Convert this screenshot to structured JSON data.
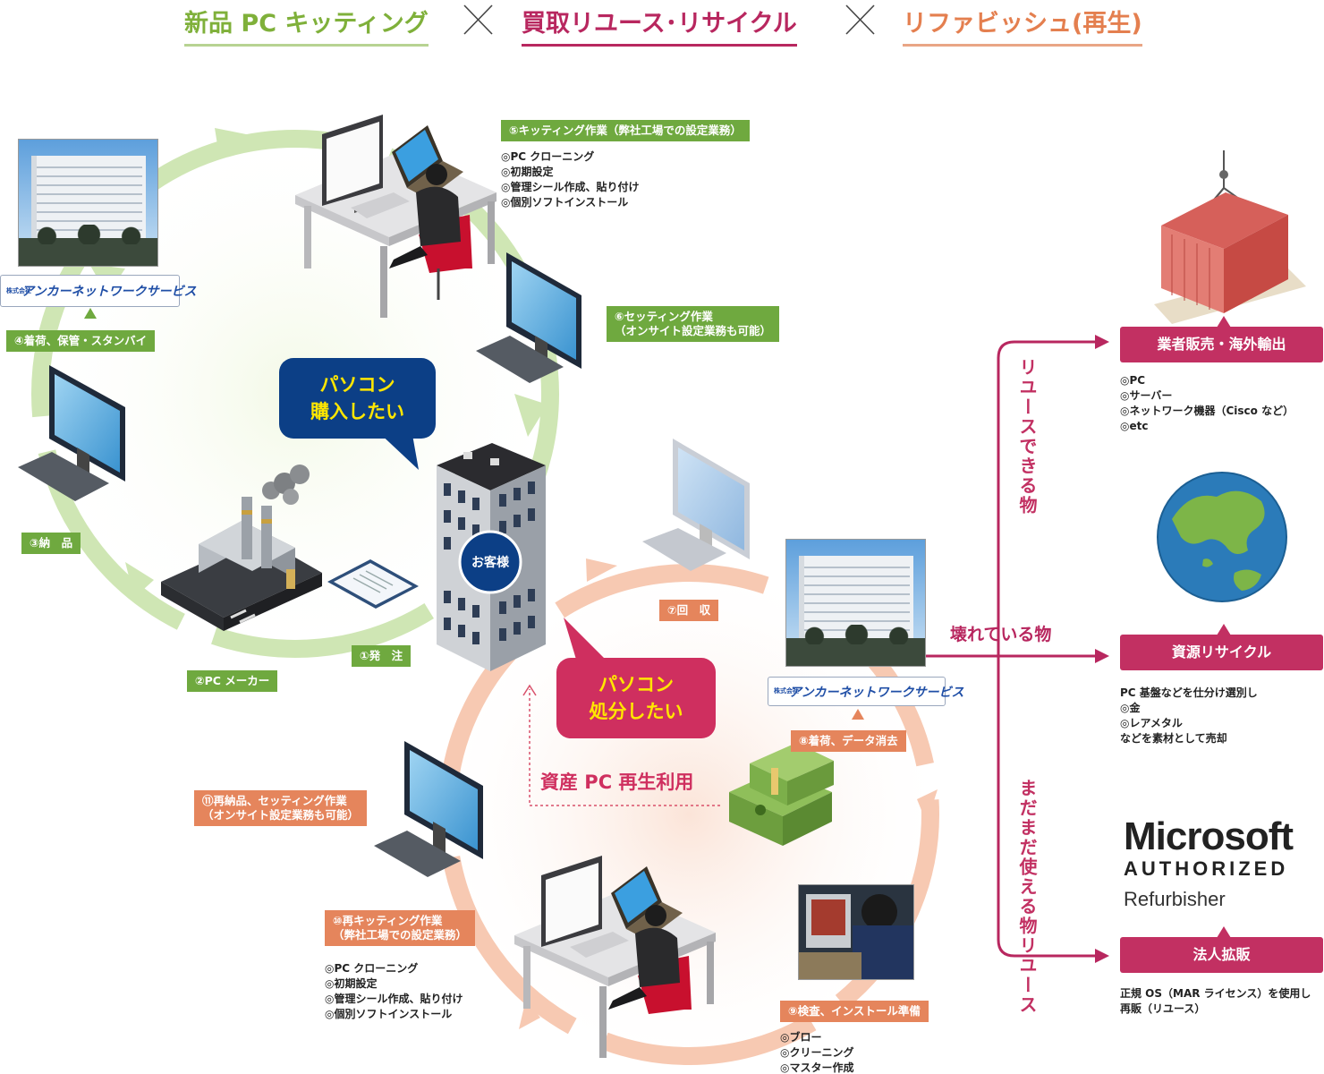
{
  "header": {
    "item1": "新品 PC キッティング",
    "item2": "買取リユース･リサイクル",
    "item3": "リファビッシュ(再生)",
    "colors": {
      "green": "#7fb03a",
      "magenta": "#b8275f",
      "orange": "#e47f4f"
    }
  },
  "company_logo": {
    "prefix": "株式会社",
    "name": "アンカーネットワークサービス"
  },
  "purchase_cycle": {
    "bubble": [
      "パソコン",
      "購入したい"
    ],
    "customer_label": "お客様",
    "step1": "①発　注",
    "step2": "②PC メーカー",
    "step3": "③納　品",
    "step4": "④着荷、保管・スタンバイ",
    "step5": {
      "label": "⑤キッティング作業（弊社工場での設定業務）",
      "items": [
        "◎PC クローニング",
        "◎初期設定",
        "◎管理シール作成、貼り付け",
        "◎個別ソフトインストール"
      ]
    },
    "step6": [
      "⑥セッティング作業",
      "（オンサイト設定業務も可能）"
    ]
  },
  "disposal_cycle": {
    "bubble": [
      "パソコン",
      "処分したい"
    ],
    "reuse_caption": "資産 PC 再生利用",
    "step7": "⑦回　収",
    "step8": "⑧着荷、データ消去",
    "step9": {
      "label": "⑨検査、インストール準備",
      "items": [
        "◎ブロー",
        "◎クリーニング",
        "◎マスター作成"
      ]
    },
    "step10": {
      "label": [
        "⑩再キッティング作業",
        "（弊社工場での設定業務）"
      ],
      "items": [
        "◎PC クローニング",
        "◎初期設定",
        "◎管理シール作成、貼り付け",
        "◎個別ソフトインストール"
      ]
    },
    "step11": [
      "⑪再納品、セッティング作業",
      "（オンサイト設定業務も可能）"
    ]
  },
  "routes": {
    "reusable_label": [
      "リユース",
      "できる物"
    ],
    "broken_label": "壊れている物",
    "still_usable_label": [
      "まだまだ",
      "使える物リユース"
    ]
  },
  "outputs": {
    "sales": {
      "title": "業者販売・海外輸出",
      "items": [
        "◎PC",
        "◎サーバー",
        "◎ネットワーク機器（Cisco など）",
        "◎etc"
      ]
    },
    "recycle": {
      "title": "資源リサイクル",
      "items": [
        "PC 基盤などを仕分け選別し",
        "◎金",
        "◎レアメタル",
        "などを素材として売却"
      ]
    },
    "corporate": {
      "title": "法人拡販",
      "items": [
        "正規 OS（MAR ライセンス）を使用し",
        "再販（リユース）"
      ]
    }
  },
  "ms_logo": {
    "line1": "Microsoft",
    "line2": "AUTHORIZED",
    "line3": "Refurbisher"
  }
}
